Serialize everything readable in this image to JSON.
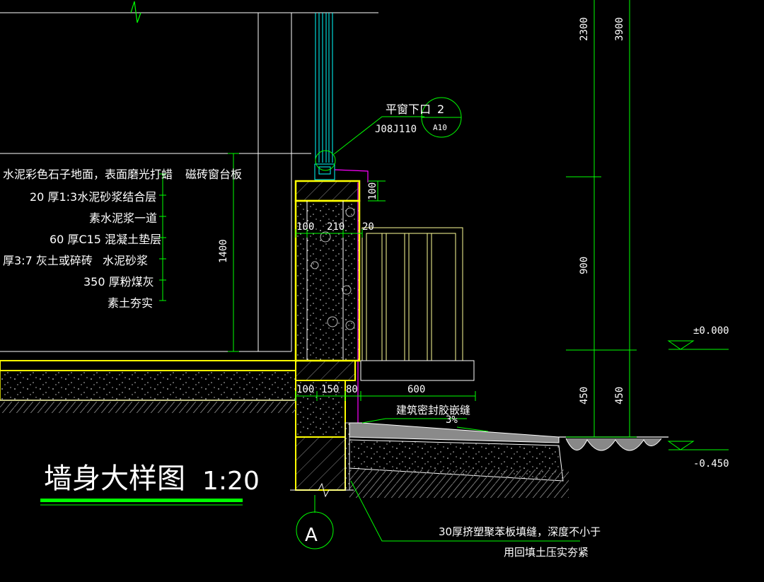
{
  "title": "墙身大样图",
  "scale": "1:20",
  "window_ref": {
    "label": "平窗下口",
    "number": "2",
    "atlas": "J08J110",
    "sheet": "A10"
  },
  "floor_layers": [
    "水泥彩色石子地面，表面磨光打蜡",
    "20 厚1:3水泥砂浆结合层",
    "素水泥浆一道",
    "60 厚C15 混凝土垫层",
    "厚3:7 灰土或碎砖",
    "350 厚粉煤灰",
    "素土夯实"
  ],
  "overlap_texts": [
    "磁砖窗台板",
    "水泥砂浆"
  ],
  "notes": {
    "sealant": "建筑密封胶嵌缝",
    "slope": "3%",
    "bottom_line1": "30厚挤塑聚苯板填缝，深度不小于",
    "bottom_line2": "用回填土压实夯紧"
  },
  "dims": {
    "sill": "100",
    "wall_100": "100",
    "wall_210": "210",
    "wall_20": "20",
    "base_100": "100",
    "base_150": "150",
    "base_80": "80",
    "apron": "600",
    "floor_h": "1400",
    "h2300": "2300",
    "h3900": "3900",
    "h900": "900",
    "h450a": "450",
    "h450b": "450"
  },
  "levels": {
    "zero": "±0.000",
    "minus": "-0.450"
  },
  "axis": "A"
}
